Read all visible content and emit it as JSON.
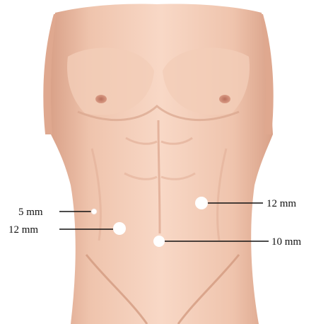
{
  "figure": {
    "colors": {
      "skin_light": "#f6d2bf",
      "skin_mid": "#eab9a1",
      "skin_shadow": "#d49a80",
      "nipple": "#c9806a",
      "port_marker": "#ffffff",
      "leader_line": "#111111"
    }
  },
  "ports": [
    {
      "label": "5 mm",
      "size_mm": 5,
      "side": "left"
    },
    {
      "label": "12 mm",
      "size_mm": 12,
      "side": "left"
    },
    {
      "label": "12 mm",
      "size_mm": 12,
      "side": "right"
    },
    {
      "label": "10 mm",
      "size_mm": 10,
      "side": "right"
    }
  ]
}
